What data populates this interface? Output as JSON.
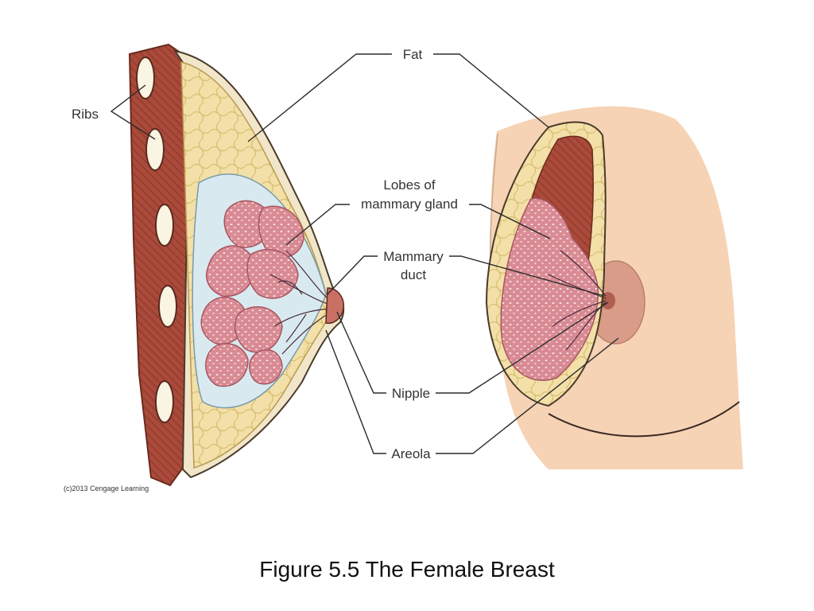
{
  "labels": {
    "fat": "Fat",
    "ribs": "Ribs",
    "lobes_line1": "Lobes of",
    "lobes_line2": "mammary gland",
    "duct_line1": "Mammary",
    "duct_line2": "duct",
    "nipple": "Nipple",
    "areola": "Areola"
  },
  "credit": "(c)2013 Cengage Learning",
  "caption": "Figure 5.5 The Female Breast",
  "colors": {
    "muscle": "#a94a3a",
    "fat": "#f3e0a8",
    "lobe": "#d98b94",
    "skin": "#f6d3b5",
    "duct_bg": "#d8eaf0"
  }
}
